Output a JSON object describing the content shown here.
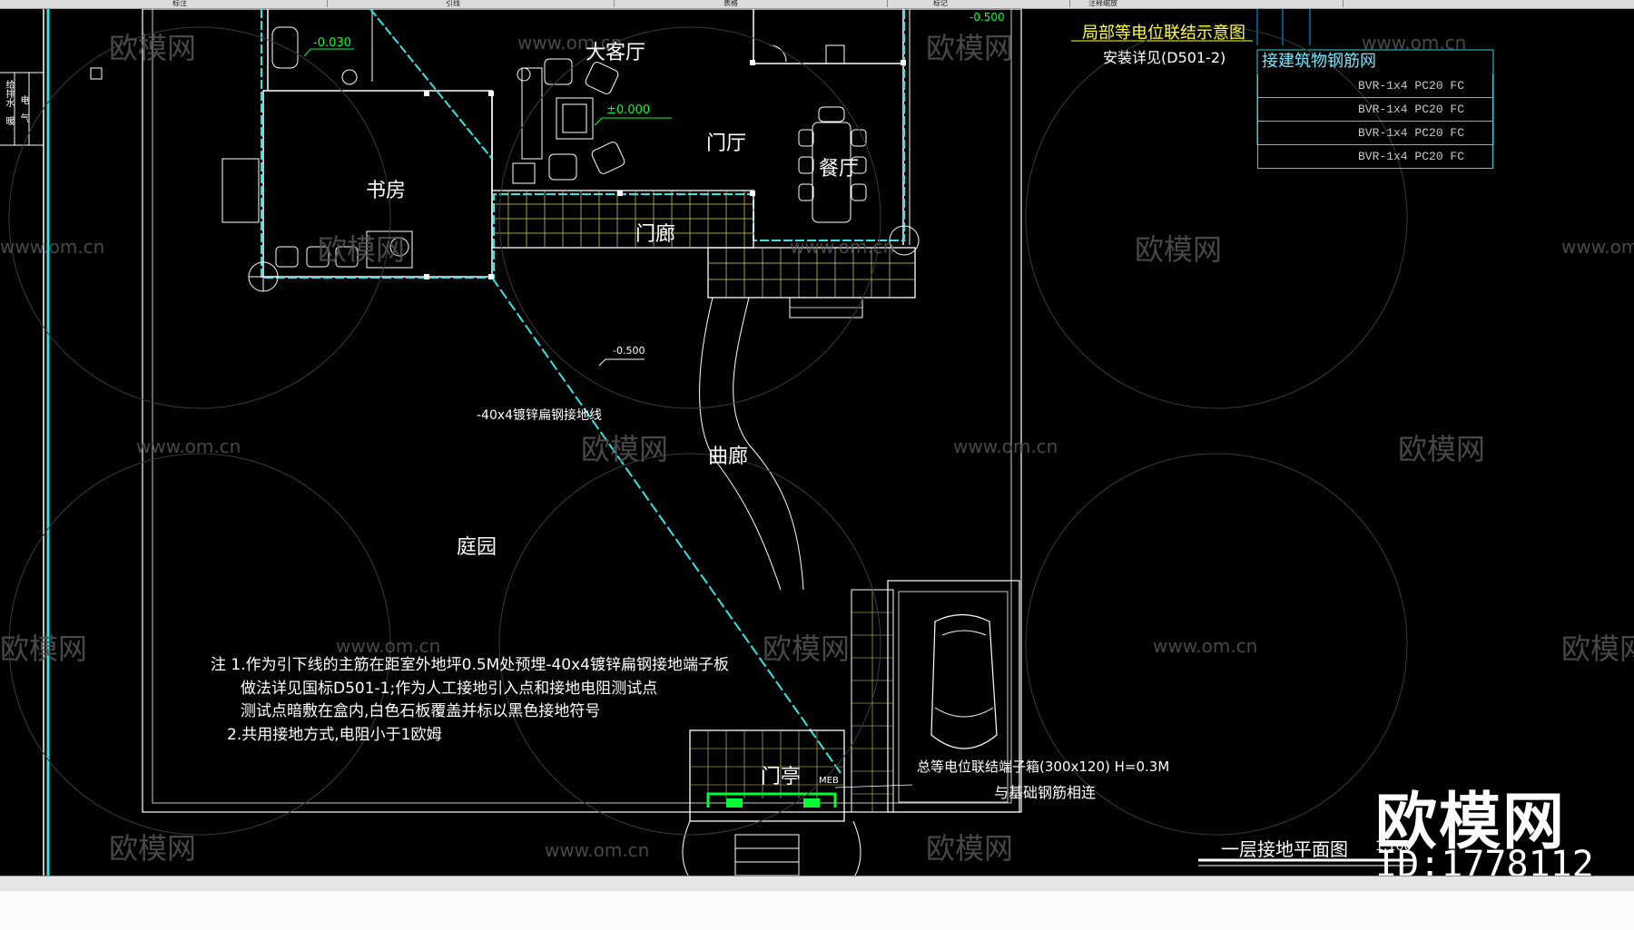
{
  "toolbar": {
    "fields": [
      "标注",
      "引线",
      "表格",
      "标记",
      "注释缩放"
    ]
  },
  "drawing": {
    "title": "一层接地平面图",
    "scale": "1:100",
    "rooms": {
      "living_room": "大客厅",
      "foyer": "门厅",
      "dining_room": "餐厅",
      "study": "书房",
      "entry_corridor": "门廊",
      "winding_corridor": "曲廊",
      "garden": "庭园",
      "pavilion": "门亭"
    },
    "levels": {
      "indoor": "±0.000",
      "wet_room": "-0.030",
      "garden": "-0.500",
      "top": "-0.500"
    },
    "ground_line_label": "-40x4镀锌扁钢接地线",
    "legend_title": "局部等电位联结示意图",
    "install_note": "安装详见(D501-2)",
    "table": {
      "header": "接建筑物钢筋网",
      "rows": [
        "BVR-1x4  PC20  FC",
        "BVR-1x4  PC20  FC",
        "BVR-1x4  PC20  FC",
        "BVR-1x4  PC20  FC"
      ]
    },
    "notes": [
      "注 1.作为引下线的主筋在距室外地坪0.5M处预埋-40x4镀锌扁钢接地端子板",
      "做法详见国标D501-1;作为人工接地引入点和接地电阻测试点",
      "测试点暗敷在盒内,白色石板覆盖并标以黑色接地符号",
      "2.共用接地方式,电阻小于1欧姆"
    ],
    "meb_label": "总等电位联结端子箱(300x120) H=0.3M",
    "meb_sub": "与基础钢筋相连",
    "box_label": "MEB",
    "side_labels": [
      "给排水",
      "电",
      "气",
      "暖"
    ]
  },
  "watermark": {
    "logo_text": "欧模网",
    "url_text": "www.om.cn",
    "brand": "欧模网",
    "id": "ID:1778112"
  },
  "colors": {
    "background": "#000000",
    "wall_white": "#ffffff",
    "grounding_cyan": "#2fe6e6",
    "bonding_green": "#00ff33",
    "highlight_yellow": "#ffff33"
  }
}
